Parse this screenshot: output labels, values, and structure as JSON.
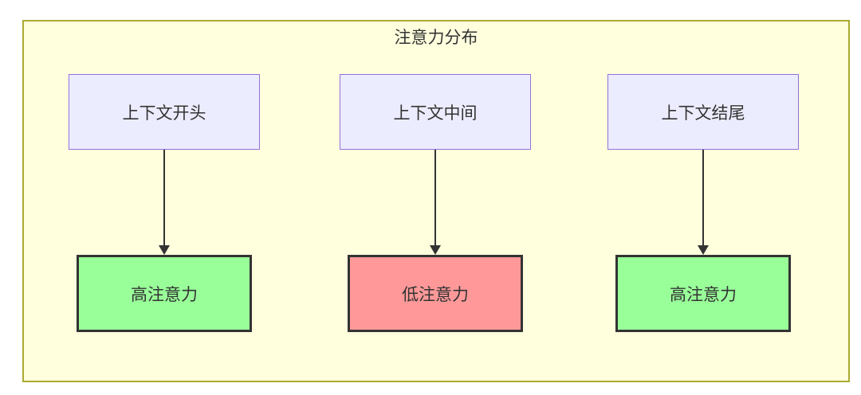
{
  "diagram": {
    "title": "注意力分布",
    "columns": [
      {
        "source": "上下文开头",
        "target": "高注意力",
        "level": "high"
      },
      {
        "source": "上下文中间",
        "target": "低注意力",
        "level": "low"
      },
      {
        "source": "上下文结尾",
        "target": "高注意力",
        "level": "high"
      }
    ],
    "colors": {
      "container_bg": "#ffffde",
      "container_border": "#aaaa33",
      "context_fill": "#ececff",
      "context_border": "#9370db",
      "high_fill": "#99ff99",
      "low_fill": "#ff9999",
      "result_border": "#333333",
      "arrow": "#333333",
      "text": "#333333"
    }
  }
}
